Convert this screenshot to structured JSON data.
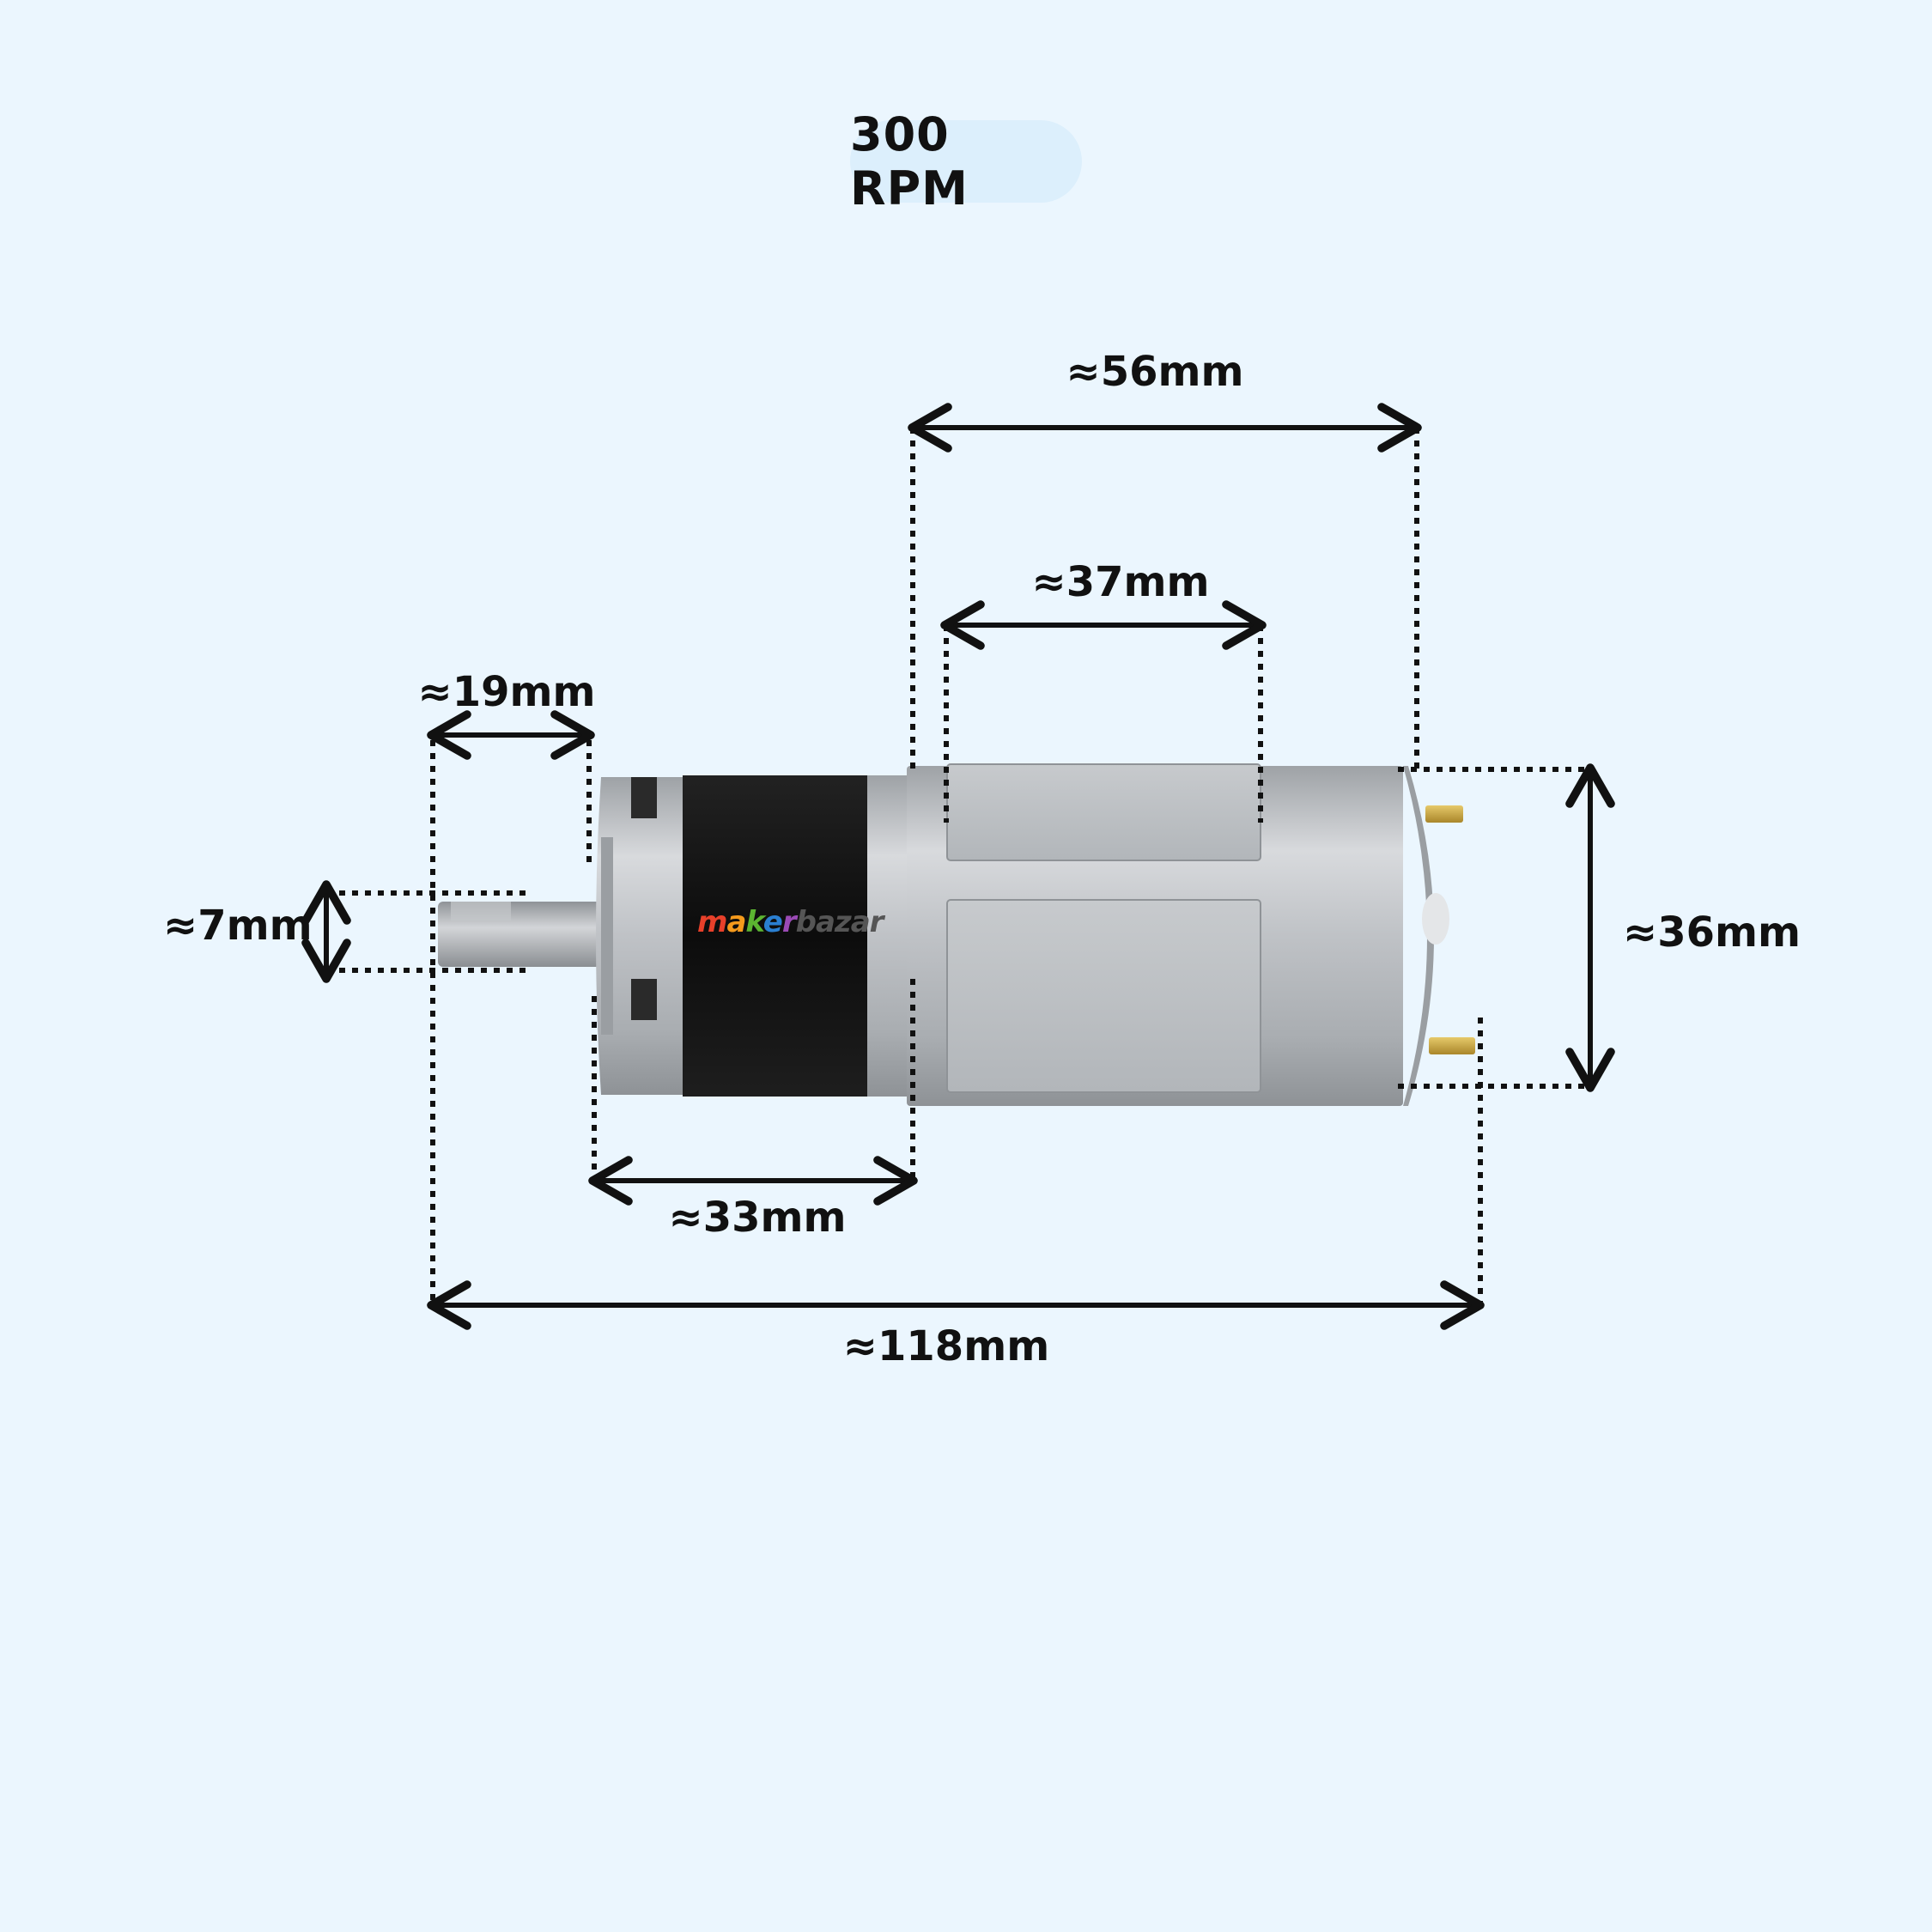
{
  "header": {
    "rpm_label": "300 RPM"
  },
  "logo": {
    "text": "makerbazar",
    "parts": [
      "m",
      "a",
      "k",
      "e",
      "r",
      "bazar"
    ]
  },
  "dimensions": {
    "overall_length": "≈118mm",
    "motor_length": "≈56mm",
    "label_length": "≈37mm",
    "shaft_length": "≈19mm",
    "shaft_diameter": "≈7mm",
    "gearbox_length": "≈33mm",
    "body_diameter": "≈36mm"
  },
  "colors": {
    "background": "#ebf6fe",
    "badge": "#dceffc",
    "metal": "#b9bcc0",
    "gearbox": "#141414",
    "terminal": "#c9a642"
  }
}
